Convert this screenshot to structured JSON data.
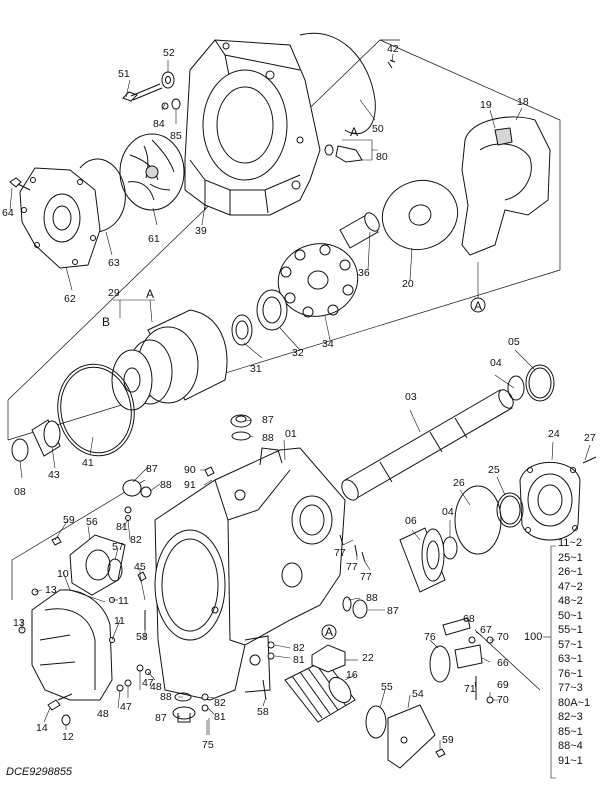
{
  "diagram_code": "DCE9298855",
  "kit": {
    "number": "100",
    "items": [
      "11~2",
      "25~1",
      "26~1",
      "47~2",
      "48~2",
      "50~1",
      "55~1",
      "57~1",
      "63~1",
      "76~1",
      "77~3",
      "80A~1",
      "82~3",
      "85~1",
      "88~4",
      "91~1"
    ]
  },
  "callout_letters": [
    "A",
    "B"
  ],
  "part_labels": [
    "01",
    "03",
    "04",
    "05",
    "06",
    "08",
    "10",
    "11",
    "12",
    "13",
    "14",
    "16",
    "18",
    "19",
    "20",
    "22",
    "24",
    "25",
    "26",
    "27",
    "29",
    "31",
    "32",
    "34",
    "36",
    "39",
    "41",
    "42",
    "43",
    "45",
    "47",
    "48",
    "50",
    "51",
    "52",
    "54",
    "55",
    "56",
    "57",
    "58",
    "59",
    "61",
    "62",
    "63",
    "64",
    "66",
    "67",
    "68",
    "69",
    "70",
    "71",
    "75",
    "76",
    "77",
    "80",
    "81",
    "82",
    "84",
    "85",
    "87",
    "88",
    "90",
    "91"
  ]
}
